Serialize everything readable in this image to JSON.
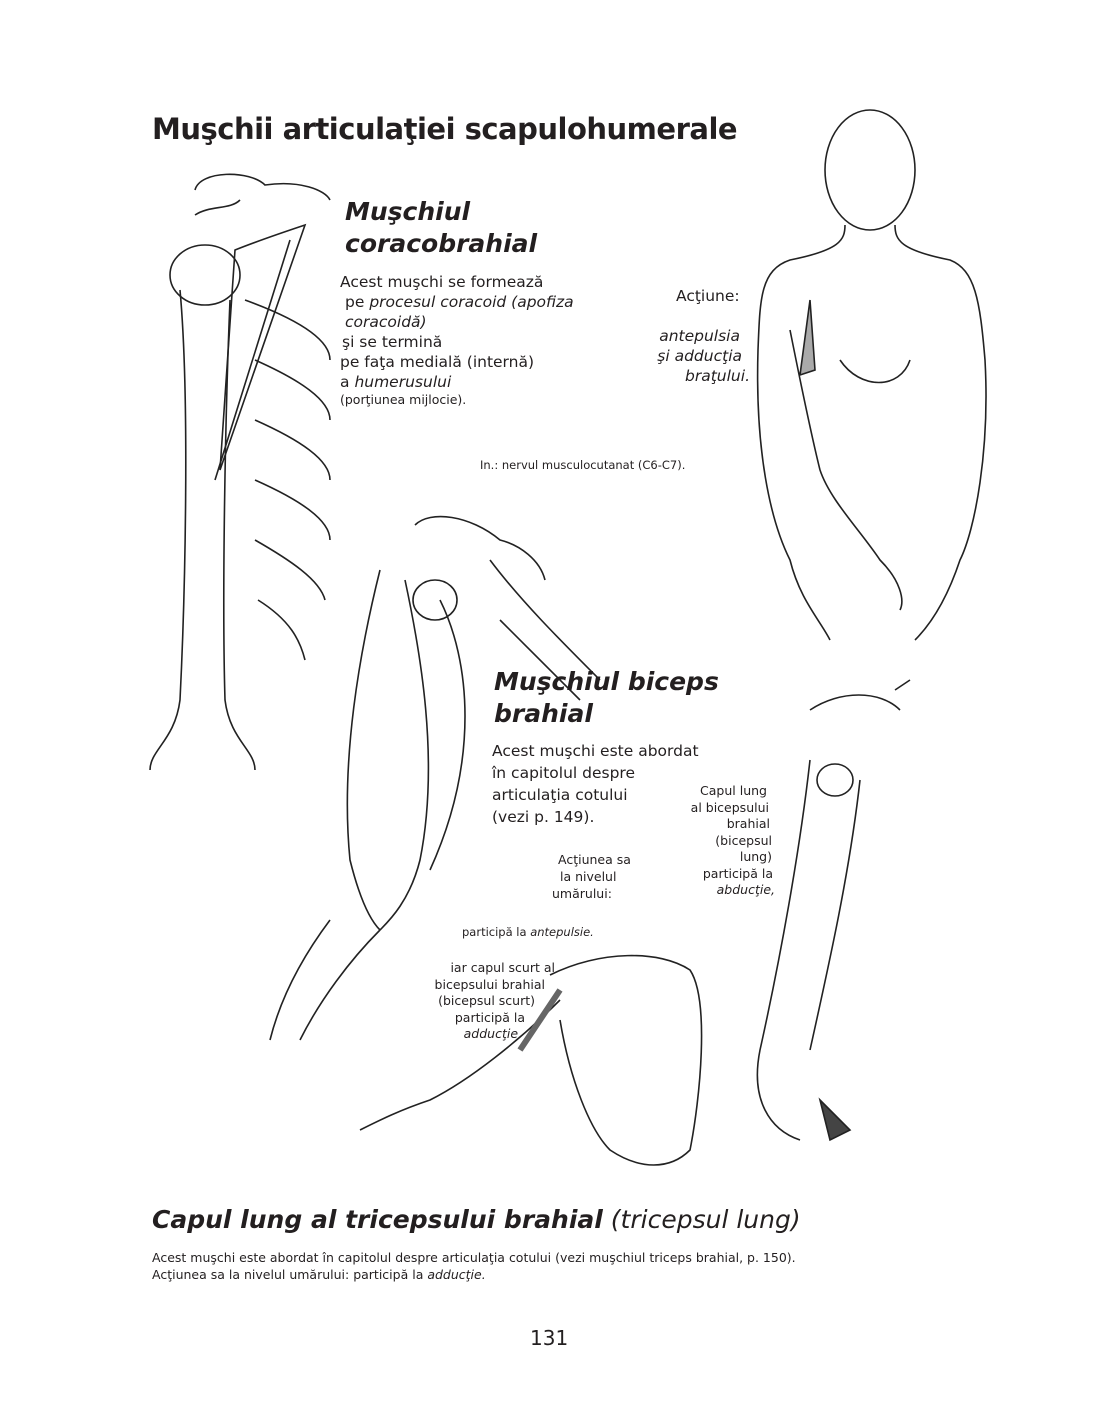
{
  "title": "Muşchii articulaţiei scapulohumerale",
  "coracobrahial": {
    "heading_1": "Muşchiul",
    "heading_2": "coracobrahial",
    "lines": [
      {
        "a": "Acest muşchi se formează",
        "b": ""
      },
      {
        "a": "pe ",
        "b": "procesul coracoid (apofiza"
      },
      {
        "a": "",
        "b": "coracoidă)"
      },
      {
        "a": "şi se termină",
        "b": ""
      },
      {
        "a": "pe faţa medială (internă)",
        "b": ""
      },
      {
        "a": "a ",
        "b": "humerusului"
      }
    ],
    "note": "(porţiunea mijlocie).",
    "action_label": "Acţiune:",
    "action_lines": [
      "antepulsia",
      "şi adducţia",
      "braţului."
    ],
    "innervation": "In.: nervul musculocutanat (C6-C7)."
  },
  "biceps": {
    "heading_1": "Muşchiul biceps",
    "heading_2": "brahial",
    "lines": [
      "Acest muşchi este abordat",
      "în capitolul despre",
      "articulaţia cotului",
      "(vezi p. 149)."
    ],
    "action_lines": [
      "Acţiunea sa",
      "la nivelul",
      "umărului:"
    ],
    "antepulsie_prefix": "participă la ",
    "antepulsie": "antepulsie.",
    "long_head_lines": [
      "Capul lung",
      "al bicepsului",
      "brahial",
      "(bicepsul",
      "lung)",
      "participă la"
    ],
    "long_head_action": "abducţie,",
    "short_head_lines": [
      "iar capul scurt al",
      "bicepsului brahial",
      "(bicepsul scurt)",
      "participă la"
    ],
    "short_head_action": "adducţie."
  },
  "triceps": {
    "heading": "Capul lung al tricepsului brahial",
    "heading_paren": "(tricepsul lung)",
    "line_1": "Acest muşchi este abordat în capitolul despre articulaţia cotului (vezi muşchiul triceps brahial, p. 150).",
    "line_2_prefix": "Acţiunea sa la nivelul umărului: participă la ",
    "line_2_italic": "adducţie."
  },
  "page_number": "131"
}
